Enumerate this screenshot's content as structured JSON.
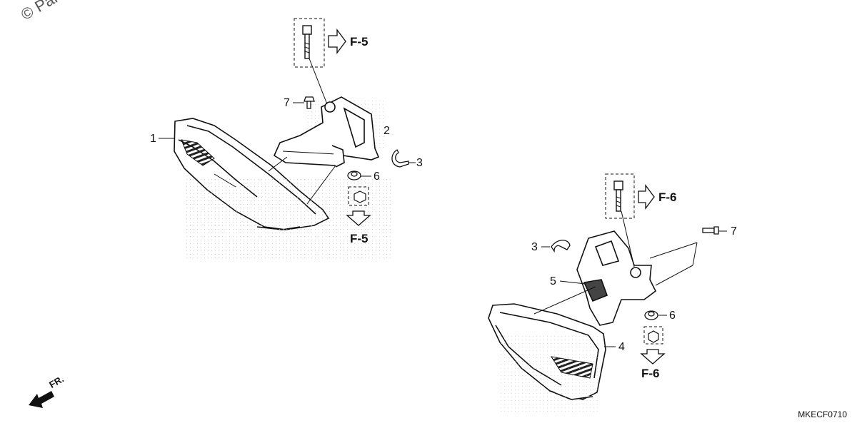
{
  "watermark": "© Partzilla",
  "diagram_code": "MKECF0710",
  "front_label": "FR.",
  "callouts": {
    "c1": "1",
    "c2": "2",
    "c3a": "3",
    "c6a": "6",
    "c7a": "7",
    "c3b": "3",
    "c5": "5",
    "c6b": "6",
    "c7b": "7",
    "c4": "4"
  },
  "refs": {
    "f5_top": "F-5",
    "f5_bottom": "F-5",
    "f6_top": "F-6",
    "f6_bottom": "F-6"
  }
}
